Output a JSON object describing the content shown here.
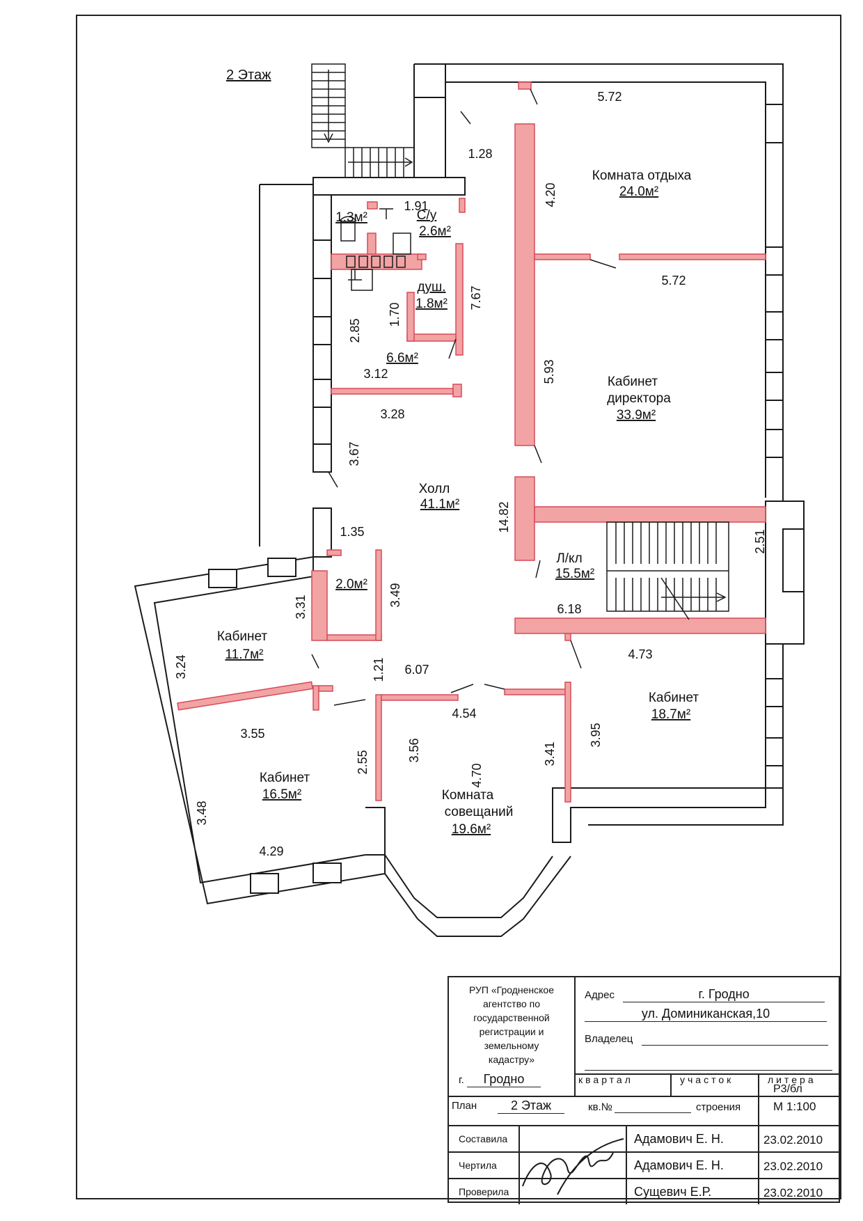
{
  "floor_label": "2 Этаж",
  "rooms": [
    {
      "id": "rest",
      "name": [
        "Комната отдыха"
      ],
      "area": "24.0м²"
    },
    {
      "id": "director",
      "name": [
        "Кабинет",
        "директора"
      ],
      "area": "33.9м²"
    },
    {
      "id": "hall",
      "name": [
        "Холл"
      ],
      "area": "41.1м²"
    },
    {
      "id": "stair",
      "name": [
        "Л/кл"
      ],
      "area": "15.5м²"
    },
    {
      "id": "office-18",
      "name": [
        "Кабинет"
      ],
      "area": "18.7м²"
    },
    {
      "id": "office-11",
      "name": [
        "Кабинет"
      ],
      "area": "11.7м²"
    },
    {
      "id": "office-16",
      "name": [
        "Кабинет"
      ],
      "area": "16.5м²"
    },
    {
      "id": "meeting",
      "name": [
        "Комната",
        "совещаний"
      ],
      "area": "19.6м²"
    },
    {
      "id": "wc",
      "name": [
        "С/у"
      ],
      "area": "2.6м²"
    },
    {
      "id": "shower",
      "name": [
        "душ."
      ],
      "area": "1.8м²"
    },
    {
      "id": "small-1",
      "name": [],
      "area": "1.3м²"
    },
    {
      "id": "room-66",
      "name": [],
      "area": "6.6м²"
    },
    {
      "id": "closet",
      "name": [],
      "area": "2.0м²"
    }
  ],
  "dimensions": [
    "5.72",
    "1.28",
    "4.20",
    "5.72",
    "1.91",
    "7.67",
    "1.70",
    "2.85",
    "3.12",
    "3.28",
    "5.93",
    "3.67",
    "14.82",
    "1.35",
    "3.49",
    "2.51",
    "6.18",
    "3.31",
    "4.73",
    "3.24",
    "1.21",
    "6.07",
    "3.95",
    "4.54",
    "3.55",
    "2.55",
    "3.56",
    "4.70",
    "3.41",
    "3.48",
    "4.29"
  ],
  "stamp": {
    "org_lines": [
      "РУП «Гродненское",
      "агентство по",
      "государственной",
      "регистрации и",
      "земельному",
      "кадастру»"
    ],
    "city_prefix": "г.",
    "city": "Гродно",
    "address_label": "Адрес",
    "address_city": "г. Гродно",
    "address_street": "ул. Доминиканская,10",
    "owner_label": "Владелец",
    "kvartal_label": "квартал",
    "uchastok_label": "участок",
    "litera_label": "литера",
    "litera_value": "Р3/бл",
    "plan_label": "План",
    "plan_value": "2 Этаж",
    "kv_label": "кв.№",
    "building_label": "строения",
    "scale": "М 1:100",
    "rows": [
      {
        "role": "Составила",
        "name": "Адамович Е. Н.",
        "date": "23.02.2010"
      },
      {
        "role": "Чертила",
        "name": "Адамович Е. Н.",
        "date": "23.02.2010"
      },
      {
        "role": "Проверила",
        "name": "Сущевич Е.Р.",
        "date": "23.02.2010"
      }
    ]
  },
  "colors": {
    "wall_fill": "#f2a3a3",
    "wall_line": "#d64a5a",
    "ink": "#1a1a1a"
  }
}
